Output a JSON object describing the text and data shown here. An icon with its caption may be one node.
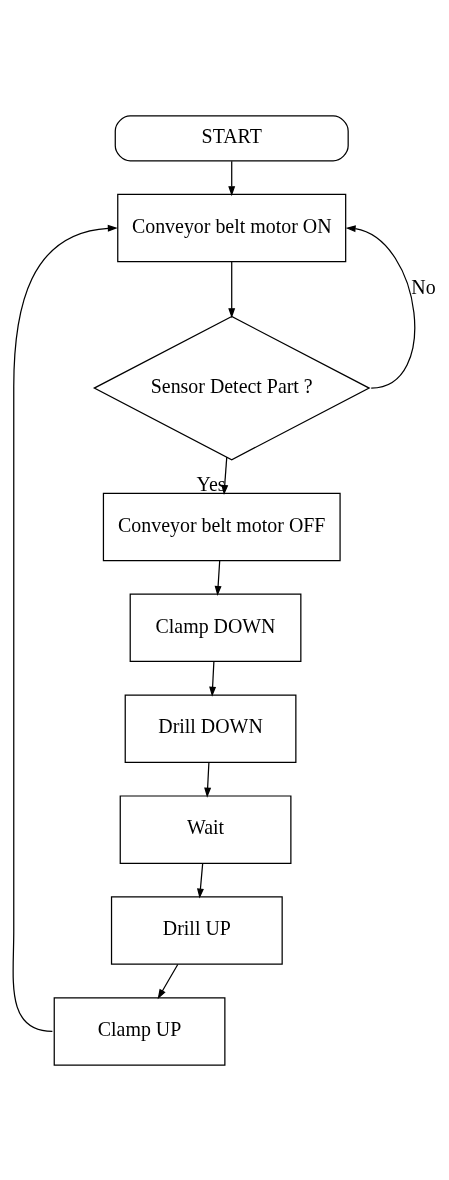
{
  "diagram": {
    "nodes": [
      {
        "text": [
          "START"
        ]
      },
      {
        "text": [
          "Conveyor belt motor ON"
        ]
      },
      {
        "text": [
          "Sensor Detect Part ?"
        ]
      },
      {
        "text": [
          "Conveyor belt motor OFF"
        ]
      },
      {
        "text": [
          "Clamp DOWN"
        ]
      },
      {
        "text": [
          "Drill DOWN"
        ]
      },
      {
        "text": [
          "Wait"
        ]
      },
      {
        "text": [
          "Drill UP"
        ]
      },
      {
        "text": [
          "Clamp UP"
        ]
      }
    ],
    "edges": [
      {
        "from": 0,
        "to": 1,
        "arrow": "to"
      },
      {
        "from": 1,
        "to": 2,
        "arrow": "to"
      },
      {
        "from": 2,
        "to": 3,
        "arrow": "to",
        "label": "Yes"
      },
      {
        "from": 3,
        "to": 4,
        "arrow": "to"
      },
      {
        "from": 4,
        "to": 5,
        "arrow": "to"
      },
      {
        "from": 5,
        "to": 6,
        "arrow": "to"
      },
      {
        "from": 6,
        "to": 7,
        "arrow": "to"
      },
      {
        "from": 7,
        "to": 8,
        "arrow": "to"
      },
      {
        "from": 8,
        "to": 1,
        "arrow": "to"
      },
      {
        "from": 2,
        "to": 1,
        "arrow": "to",
        "label": "No"
      }
    ]
  }
}
